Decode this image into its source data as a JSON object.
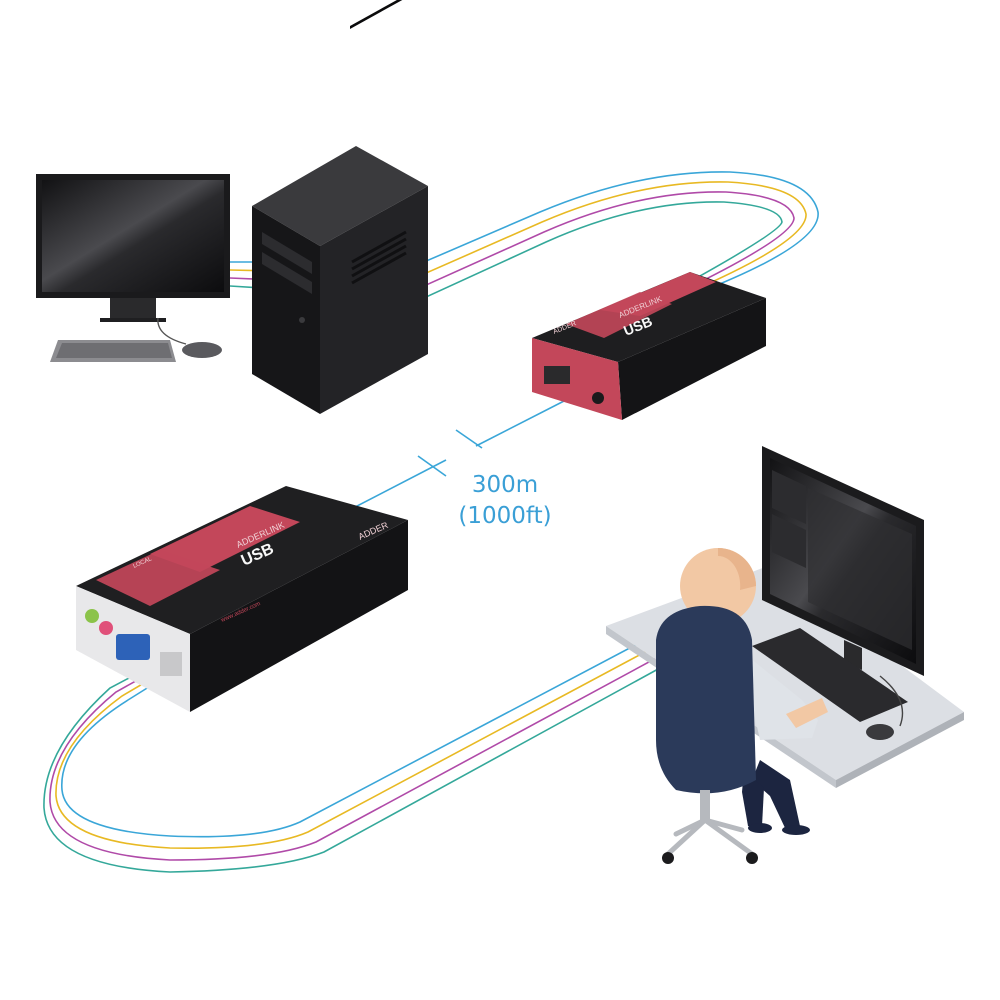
{
  "distance": {
    "meters": "300m",
    "feet": "(1000ft)"
  },
  "devices": {
    "local_unit": {
      "brand": "ADDERLINK",
      "product": "USB",
      "maker": "ADDER",
      "tag": "LOCAL",
      "site": "www.adder.com"
    },
    "remote_unit": {
      "brand": "ADDERLINK",
      "product": "USB",
      "maker": "ADDER"
    }
  },
  "colors": {
    "cable_blue": "#3aa6d8",
    "cable_yellow": "#e8b923",
    "cable_purple": "#b04aa8",
    "cable_teal": "#34a89a",
    "extender_red": "#c3475a",
    "extender_body": "#1d1d1f",
    "distance_text": "#3a9fd6",
    "person_suit": "#2b3a5a",
    "person_skin": "#f2c8a4"
  },
  "icons": [
    "monitor-icon",
    "keyboard-icon",
    "mouse-icon",
    "pc-tower-icon",
    "extender-icon",
    "person-icon",
    "office-chair-icon",
    "desk-icon"
  ]
}
